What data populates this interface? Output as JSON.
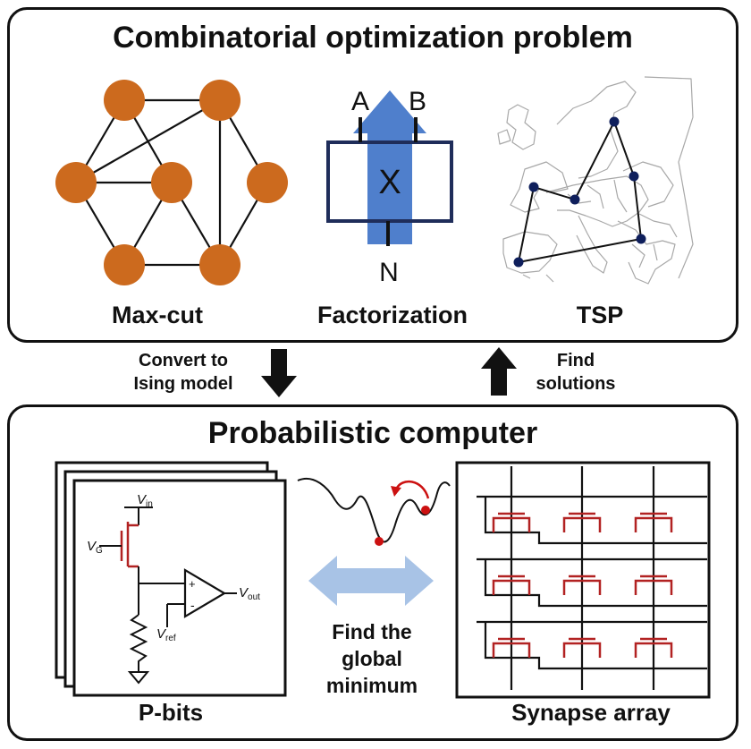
{
  "top_panel": {
    "title": "Combinatorial optimization problem",
    "maxcut_label": "Max-cut",
    "factorization_label": "Factorization",
    "factor_a": "A",
    "factor_b": "B",
    "factor_x": "X",
    "factor_n": "N",
    "tsp_label": "TSP"
  },
  "arrows": {
    "down_label_line1": "Convert to",
    "down_label_line2": "Ising model",
    "up_label_line1": "Find",
    "up_label_line2": "solutions"
  },
  "bottom_panel": {
    "title": "Probabilistic computer",
    "pbits_label": "P-bits",
    "circuit": {
      "vin_main": "V",
      "vin_sub": "in",
      "vg_main": "V",
      "vg_sub": "G",
      "vout_main": "V",
      "vout_sub": "out",
      "vref_main": "V",
      "vref_sub": "ref",
      "plus": "+",
      "minus": "-"
    },
    "center_line1": "Find the",
    "center_line2": "global",
    "center_line3": "minimum",
    "synapse_label": "Synapse array"
  },
  "colors": {
    "node_orange": "#CC6A1E",
    "arrow_blue": "#4F7FCC",
    "box_navy": "#1F2D5A",
    "city_navy": "#0F1F5C",
    "synapse_red": "#B22222",
    "double_arrow": "#A8C3E6",
    "ball_red": "#CC1111"
  }
}
